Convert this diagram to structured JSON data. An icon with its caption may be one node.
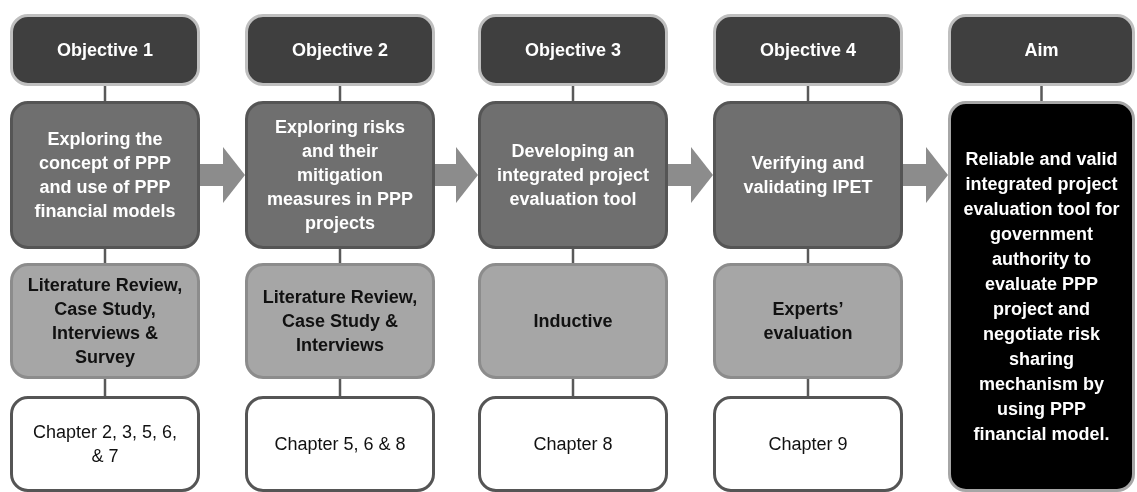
{
  "diagram": {
    "nodes": [
      {
        "text": [
          "Objective 1"
        ]
      },
      {
        "text": [
          "Exploring the concept of PPP and use of PPP financial models"
        ]
      },
      {
        "text": [
          "Literature Review, Case Study, Interviews & Survey"
        ]
      },
      {
        "text": [
          "Chapter 2, 3, 5, 6, & 7"
        ]
      },
      {
        "text": [
          "Objective 2"
        ]
      },
      {
        "text": [
          "Exploring risks and their mitigation measures in PPP projects"
        ]
      },
      {
        "text": [
          "Literature Review, Case Study & Interviews"
        ]
      },
      {
        "text": [
          "Chapter 5, 6 & 8"
        ]
      },
      {
        "text": [
          "Objective 3"
        ]
      },
      {
        "text": [
          "Developing an integrated project evaluation tool"
        ]
      },
      {
        "text": [
          "Inductive"
        ]
      },
      {
        "text": [
          "Chapter 8"
        ]
      },
      {
        "text": [
          "Objective 4"
        ]
      },
      {
        "text": [
          "Verifying and validating IPET"
        ]
      },
      {
        "text": [
          "Experts’ evaluation"
        ]
      },
      {
        "text": [
          "Chapter 9"
        ]
      },
      {
        "text": [
          "Aim"
        ]
      },
      {
        "text": [
          "Reliable and valid integrated project evaluation tool for government authority to evaluate PPP project and negotiate risk sharing mechanism by using PPP financial model."
        ]
      }
    ],
    "edges": [
      {
        "from": 0,
        "to": 1,
        "arrow": "none"
      },
      {
        "from": 1,
        "to": 2,
        "arrow": "none"
      },
      {
        "from": 2,
        "to": 3,
        "arrow": "none"
      },
      {
        "from": 4,
        "to": 5,
        "arrow": "none"
      },
      {
        "from": 5,
        "to": 6,
        "arrow": "none"
      },
      {
        "from": 6,
        "to": 7,
        "arrow": "none"
      },
      {
        "from": 8,
        "to": 9,
        "arrow": "none"
      },
      {
        "from": 9,
        "to": 10,
        "arrow": "none"
      },
      {
        "from": 10,
        "to": 11,
        "arrow": "none"
      },
      {
        "from": 12,
        "to": 13,
        "arrow": "none"
      },
      {
        "from": 13,
        "to": 14,
        "arrow": "none"
      },
      {
        "from": 14,
        "to": 15,
        "arrow": "none"
      },
      {
        "from": 16,
        "to": 17,
        "arrow": "none"
      },
      {
        "from": 1,
        "to": 5,
        "arrow": "to",
        "style": "thick",
        "color": "#8c8c8c"
      },
      {
        "from": 5,
        "to": 9,
        "arrow": "to",
        "style": "thick",
        "color": "#8c8c8c"
      },
      {
        "from": 9,
        "to": 13,
        "arrow": "to",
        "style": "thick",
        "color": "#8c8c8c"
      },
      {
        "from": 13,
        "to": 17,
        "arrow": "to",
        "style": "thick",
        "color": "#8c8c8c"
      }
    ]
  }
}
